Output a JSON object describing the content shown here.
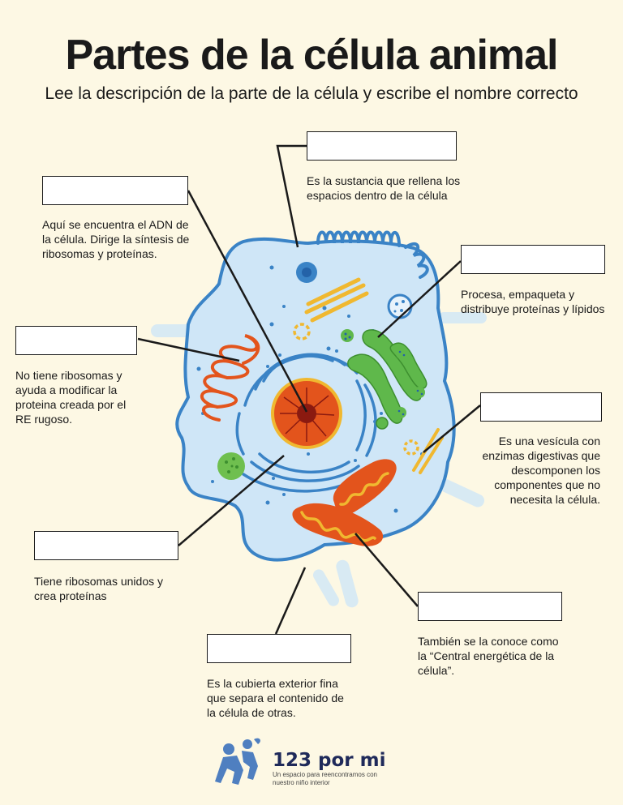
{
  "title": "Partes de la célula animal",
  "subtitle": "Lee la descripción de la parte de la célula  y escribe el nombre correcto",
  "labels": {
    "citoplasma": "Es la sustancia que rellena los espacios dentro de la célula",
    "nucleo": "Aquí se encuentra el ADN de la célula. Dirige la síntesis de ribosomas y proteínas.",
    "golgi": "Procesa, empaqueta y distribuye proteínas y lípidos",
    "re_liso": "No tiene ribosomas y ayuda a modificar la proteina creada por el RE rugoso.",
    "lisosoma": "Es una vesícula con enzimas digestivas que descomponen los componentes que no necesita la célula.",
    "re_rugoso": "Tiene ribosomas unidos y crea proteínas",
    "mitocondria": "También se la conoce como la “Central energética de la célula”.",
    "membrana": "Es la cubierta exterior fina que separa el contenido de la célula de otras."
  },
  "logo": {
    "name": "123 por mi",
    "tagline": "Un espacio para reencontramos con nuestro niño interior"
  },
  "colors": {
    "background": "#fdf8e4",
    "cell_fill": "#cfe6f7",
    "membrane": "#3a83c6",
    "nucleus": "#e3541c",
    "nucleolus": "#8b1a10",
    "golgi": "#5fb84b",
    "mitochondria": "#e3541c",
    "ribbon": "#f0b830",
    "logo": "#4f7fc0"
  }
}
